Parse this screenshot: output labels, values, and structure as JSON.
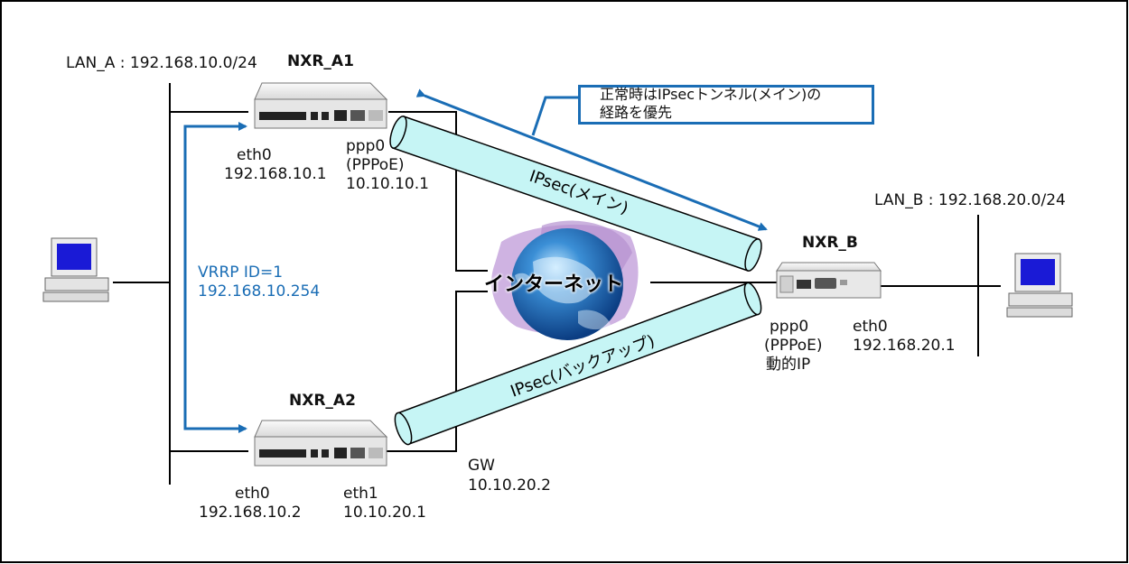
{
  "lan_a": {
    "label": "LAN_A : 192.168.10.0/24"
  },
  "lan_b": {
    "label": "LAN_B : 192.168.20.0/24"
  },
  "nxr_a1": {
    "name": "NXR_A1",
    "eth0_name": "eth0",
    "eth0_ip": "192.168.10.1",
    "ppp0_name": "ppp0",
    "ppp0_type": "(PPPoE)",
    "ppp0_ip": "10.10.10.1"
  },
  "nxr_a2": {
    "name": "NXR_A2",
    "eth0_name": "eth0",
    "eth0_ip": "192.168.10.2",
    "eth1_name": "eth1",
    "eth1_ip": "10.10.20.1"
  },
  "nxr_b": {
    "name": "NXR_B",
    "ppp0_name": "ppp0",
    "ppp0_type": "(PPPoE)",
    "ppp0_ip": "動的IP",
    "eth0_name": "eth0",
    "eth0_ip": "192.168.20.1"
  },
  "vrrp": {
    "id": "VRRP ID=1",
    "ip": "192.168.10.254"
  },
  "gw": {
    "label": "GW",
    "ip": "10.10.20.2"
  },
  "internet": {
    "label": "インターネット"
  },
  "tunnels": {
    "main": "IPsec(メイン)",
    "backup": "IPsec(バックアップ)"
  },
  "callout": {
    "text": "正常時はIPsecトンネル(メイン)の\n経路を優先"
  },
  "colors": {
    "accent": "#1a6db5",
    "tunnel": "#c6f5f5",
    "haze": "#c7a6dd"
  }
}
